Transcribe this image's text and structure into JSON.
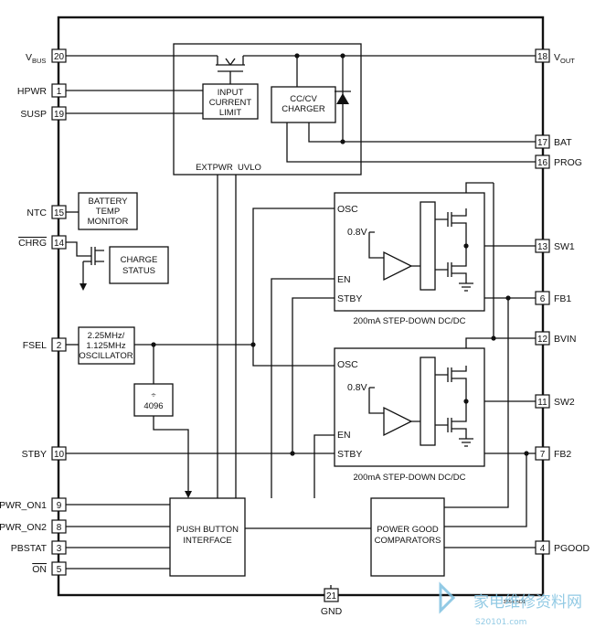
{
  "pins_left": [
    {
      "name": "VBUS",
      "sub": "BUS",
      "base": "V",
      "num": "20"
    },
    {
      "name": "HPWR",
      "num": "1"
    },
    {
      "name": "SUSP",
      "num": "19"
    },
    {
      "name": "NTC",
      "num": "15"
    },
    {
      "name": "CHRG",
      "num": "14",
      "overline": true
    },
    {
      "name": "FSEL",
      "num": "2"
    },
    {
      "name": "STBY",
      "num": "10"
    },
    {
      "name": "PWR_ON1",
      "num": "9"
    },
    {
      "name": "PWR_ON2",
      "num": "8"
    },
    {
      "name": "PBSTAT",
      "num": "3"
    },
    {
      "name": "ON",
      "num": "5",
      "overline": true
    }
  ],
  "pins_right": [
    {
      "name": "VOUT",
      "sub": "OUT",
      "base": "V",
      "num": "18"
    },
    {
      "name": "BAT",
      "num": "17"
    },
    {
      "name": "PROG",
      "num": "16"
    },
    {
      "name": "SW1",
      "num": "13"
    },
    {
      "name": "FB1",
      "num": "6"
    },
    {
      "name": "BVIN",
      "num": "12"
    },
    {
      "name": "SW2",
      "num": "11"
    },
    {
      "name": "FB2",
      "num": "7"
    },
    {
      "name": "PGOOD",
      "num": "4"
    }
  ],
  "pin_bottom": {
    "name": "GND",
    "num": "21"
  },
  "blocks": {
    "input_limit": [
      "INPUT",
      "CURRENT",
      "LIMIT"
    ],
    "charger": [
      "CC/CV",
      "CHARGER"
    ],
    "charger_footer": "EXTPWR  UVLO",
    "battery_monitor": [
      "BATTERY",
      "TEMP",
      "MONITOR"
    ],
    "charge_status": [
      "CHARGE",
      "STATUS"
    ],
    "oscillator": [
      "2.25MHz/",
      "1.125MHz",
      "OSCILLATOR"
    ],
    "divider": [
      "÷",
      "4096"
    ],
    "push_button": [
      "PUSH BUTTON",
      "INTERFACE"
    ],
    "power_good": [
      "POWER GOOD",
      "COMPARATORS"
    ]
  },
  "dcdc": {
    "osc": "OSC",
    "en": "EN",
    "stby": "STBY",
    "vref": "0.8V",
    "caption": "200mA STEP-DOWN DC/DC"
  },
  "part_code": "3554 BD1",
  "watermark": {
    "cn": "家电维修资料网",
    "url": "S20101.com"
  }
}
